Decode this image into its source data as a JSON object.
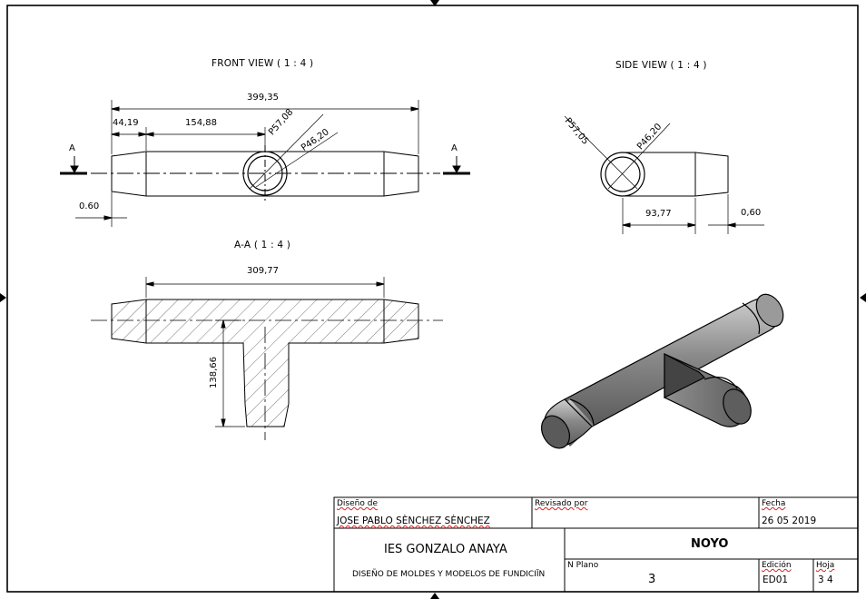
{
  "views": {
    "front_title": "FRONT VIEW ( 1 : 4 )",
    "side_title": "SIDE VIEW ( 1 : 4 )",
    "section_title": "A-A ( 1 : 4 )"
  },
  "front_dims": {
    "overall": "399,35",
    "left_end": "44,19",
    "left_to_center": "154,88",
    "dia_outer": "P57,08",
    "dia_inner": "P46,20",
    "chamfer": "0.60",
    "section_mark_left": "A",
    "section_mark_right": "A"
  },
  "side_dims": {
    "dia_outer": "P57,05",
    "dia_inner": "P46,20",
    "length": "93,77",
    "chamfer": "0,60"
  },
  "section_dims": {
    "length": "309,77",
    "height": "138,66"
  },
  "title_block": {
    "design_caption": "Diseño de",
    "designer": "JOSE PABLO SÈNCHEZ SÈNCHEZ",
    "reviewed_caption": "Revisado por",
    "date_caption": "Fecha",
    "date": "26 05 2019",
    "school": "IES GONZALO ANAYA",
    "part_name": "NOYO",
    "course": "DISEÑO DE MOLDES Y MODELOS DE FUNDICIÏN",
    "plan_caption": "N  Plano",
    "plan_number": "3",
    "edition_caption": "Edición",
    "edition": "ED01",
    "sheet_caption": "Hoja",
    "sheet": "3 4"
  }
}
